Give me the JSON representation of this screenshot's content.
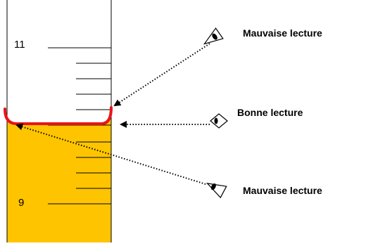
{
  "scale": {
    "labels": [
      "11",
      "9"
    ]
  },
  "annotations": {
    "bad_reading_top": "Mauvaise lecture",
    "good_reading": "Bonne lecture",
    "bad_reading_bottom": "Mauvaise lecture"
  },
  "icons": {
    "eye": "eye-icon"
  },
  "colors": {
    "liquid": "#FFC400",
    "meniscus": "#E8141C",
    "lines": "#000000",
    "background": "#FFFFFF"
  }
}
